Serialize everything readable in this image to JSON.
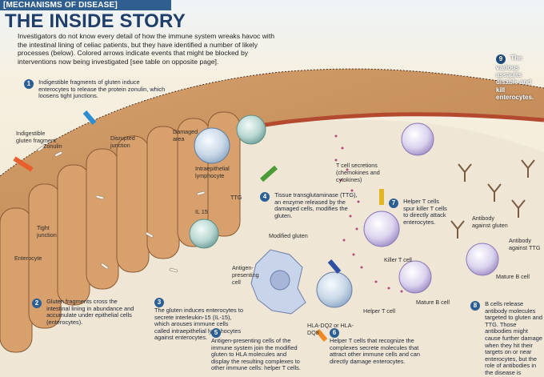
{
  "header": {
    "kicker": "[MECHANISMS OF DISEASE]",
    "title": "THE INSIDE STORY"
  },
  "intro": "Investigators do not know every detail of how the immune system wreaks havoc with the intestinal lining of celiac patients, but they have identified a number of likely processes (below). Colored arrows indicate events that might be blocked by interventions now being investigated [see table on opposite page].",
  "labels": {
    "indigestible": "Indigestible gluten fragment",
    "zonulin": "Zonulin",
    "disrupted": "Disrupted junction",
    "damaged": "Damaged area",
    "intraepithelial": "Intraepithelial lymphocyte",
    "tight": "Tight junction",
    "enterocyte": "Enterocyte",
    "il15": "IL 15",
    "ttg": "TTG",
    "tcell_secretions": "T cell secretions (chemokines and cytokines)",
    "modified_gluten": "Modified gluten",
    "apc": "Antigen-presenting cell",
    "hla": "HLA-DQ2 or HLA-DQ8",
    "helper_t": "Helper T cell",
    "killer_t": "Killer T cell",
    "mature_b_small": "Mature B cell",
    "mature_b_large": "Mature B cell",
    "antibody_gluten": "Antibody against gluten",
    "antibody_ttg": "Antibody against TTG"
  },
  "steps": [
    {
      "n": "1",
      "text": "Indigestible fragments of gluten induce enterocytes to release the protein zonulin, which loosens tight junctions."
    },
    {
      "n": "2",
      "text": "Gluten fragments cross the intestinal lining in abundance and accumulate under epithelial cells (enterocytes)."
    },
    {
      "n": "3",
      "text": "The gluten induces enterocytes to secrete interleukin-15 (IL-15), which arouses immune cells called intraepithelial lymphocytes against enterocytes."
    },
    {
      "n": "4",
      "text": "Tissue transglutaminase (TTG), an enzyme released by the damaged cells, modifies the gluten."
    },
    {
      "n": "5",
      "text": "Antigen-presenting cells of the immune system join the modified gluten to HLA molecules and display the resulting complexes to other immune cells: helper T cells."
    },
    {
      "n": "6",
      "text": "Helper T cells that recognize the complexes secrete molecules that attract other immune cells and can directly damage enterocytes."
    },
    {
      "n": "7",
      "text": "Helper T cells spur killer T cells to directly attack enterocytes."
    },
    {
      "n": "8",
      "text": "B cells release antibody molecules targeted to gluten and TTG. Those antibodies might cause further damage when they hit their targets on or near enterocytes, but the role of antibodies in the disease is unclear."
    },
    {
      "n": "9",
      "text": "The various assaults disable and kill enterocytes."
    }
  ]
}
